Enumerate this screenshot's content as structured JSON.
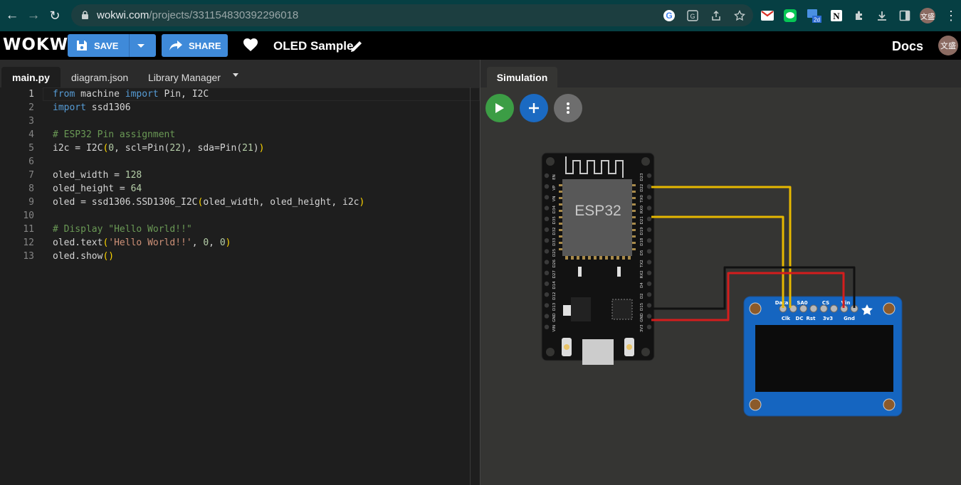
{
  "browser": {
    "url_host": "wokwi.com",
    "url_path": "/projects/331154830392296018",
    "profile_initials": "文盛",
    "calendar_badge": "2d"
  },
  "toolbar": {
    "logo": "WOKWi",
    "save_label": "SAVE",
    "share_label": "SHARE",
    "project_title": "OLED Sample",
    "docs_label": "Docs",
    "avatar_initials": "文盛"
  },
  "editor": {
    "tabs": [
      "main.py",
      "diagram.json",
      "Library Manager"
    ],
    "active_tab": "main.py",
    "current_line": 1,
    "lines": [
      {
        "n": "1",
        "text": "from machine import Pin, I2C"
      },
      {
        "n": "2",
        "text": "import ssd1306"
      },
      {
        "n": "3",
        "text": ""
      },
      {
        "n": "4",
        "text": "# ESP32 Pin assignment"
      },
      {
        "n": "5",
        "text": "i2c = I2C(0, scl=Pin(22), sda=Pin(21))"
      },
      {
        "n": "6",
        "text": ""
      },
      {
        "n": "7",
        "text": "oled_width = 128"
      },
      {
        "n": "8",
        "text": "oled_height = 64"
      },
      {
        "n": "9",
        "text": "oled = ssd1306.SSD1306_I2C(oled_width, oled_height, i2c)"
      },
      {
        "n": "10",
        "text": ""
      },
      {
        "n": "11",
        "text": "# Display \"Hello World!!\""
      },
      {
        "n": "12",
        "text": "oled.text('Hello World!!', 0, 0)"
      },
      {
        "n": "13",
        "text": "oled.show()"
      }
    ]
  },
  "simulation": {
    "tab_label": "Simulation",
    "esp32_label": "ESP32",
    "esp32_left_pins": [
      "EN",
      "VP",
      "VN",
      "D34",
      "D35",
      "D32",
      "D33",
      "D25",
      "D26",
      "D27",
      "D14",
      "D12",
      "D13",
      "GND",
      "VIN"
    ],
    "esp32_right_pins": [
      "D23",
      "D22",
      "TX0",
      "RX0",
      "D21",
      "D19",
      "D18",
      "D5",
      "TX2",
      "RX2",
      "D4",
      "D2",
      "D15",
      "GND",
      "3V3"
    ],
    "oled_top_labels": [
      "Data",
      "SA0",
      "CS",
      "Vin"
    ],
    "oled_bottom_labels": [
      "Clk",
      "DC",
      "Rst",
      "3v3",
      "Gnd"
    ],
    "colors": {
      "play": "#3c9d45",
      "add": "#1b6ac2",
      "more": "#6e6e6e",
      "wire_yellow": "#e6b800",
      "wire_red": "#d41d1d",
      "wire_black": "#111111",
      "oled_board": "#1565c0"
    }
  }
}
